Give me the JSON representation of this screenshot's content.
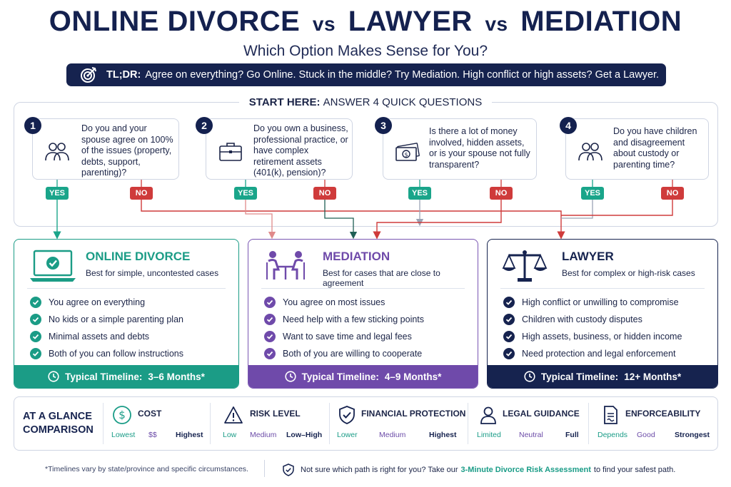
{
  "header": {
    "title_part1": "ONLINE DIVORCE",
    "vs1": "vs",
    "title_part2": "LAWYER",
    "vs2": "vs",
    "title_part3": "MEDIATION",
    "subtitle": "Which Option Makes Sense for You?"
  },
  "tldr": {
    "label": "TL;DR:",
    "text": "Agree on everything? Go Online. Stuck in the middle? Try Mediation. High conflict or high assets? Get a Lawyer."
  },
  "questions_header": {
    "bold": "START HERE:",
    "rest": "ANSWER 4 QUICK QUESTIONS"
  },
  "questions": [
    {
      "number": "1",
      "text": "Do you and your spouse agree on 100% of the issues (property, debts, support, parenting)?",
      "icon": "people-icon"
    },
    {
      "number": "2",
      "text": "Do you own a business, professional practice, or have complex retirement assets (401(k), pension)?",
      "icon": "briefcase-icon"
    },
    {
      "number": "3",
      "text": "Is there a lot of money involved, hidden assets, or is your spouse not fully transparent?",
      "icon": "money-icon"
    },
    {
      "number": "4",
      "text": "Do you have children and disagreement about custody or parenting time?",
      "icon": "people-icon"
    }
  ],
  "answers": {
    "yes": "YES",
    "no": "NO"
  },
  "cards": {
    "online": {
      "title": "ONLINE DIVORCE",
      "subtitle": "Best for simple, uncontested cases",
      "icon": "laptop-check-icon",
      "items": [
        "You agree on everything",
        "No kids or a simple parenting plan",
        "Minimal assets and debts",
        "Both of you can follow instructions"
      ],
      "timeline_label": "Typical Timeline:",
      "timeline_value": "3–6 Months*",
      "color": "#1b9c86"
    },
    "mediation": {
      "title": "MEDIATION",
      "subtitle": "Best for cases that are close to agreement",
      "icon": "mediation-table-icon",
      "items": [
        "You agree on most issues",
        "Need help with a few sticking points",
        "Want to save time and legal fees",
        "Both of you are willing to cooperate"
      ],
      "timeline_label": "Typical Timeline:",
      "timeline_value": "4–9 Months*",
      "color": "#6f4aaa"
    },
    "lawyer": {
      "title": "LAWYER",
      "subtitle": "Best for complex or high-risk cases",
      "icon": "scales-icon",
      "items": [
        "High conflict or unwilling to compromise",
        "Children with custody disputes",
        "High assets, business, or hidden income",
        "Need protection and legal enforcement"
      ],
      "timeline_label": "Typical Timeline:",
      "timeline_value": "12+ Months*",
      "color": "#16234f"
    }
  },
  "glance": {
    "label_line1": "AT A GLANCE",
    "label_line2": "COMPARISON",
    "metrics": [
      {
        "title": "COST",
        "icon": "dollar-icon",
        "scale": [
          "Lowest",
          "$$",
          "Highest"
        ]
      },
      {
        "title": "RISK LEVEL",
        "icon": "warning-icon",
        "scale": [
          "Low",
          "Medium",
          "Low–High"
        ]
      },
      {
        "title": "FINANCIAL PROTECTION",
        "icon": "shield-check-icon",
        "scale": [
          "Lower",
          "Medium",
          "Highest"
        ]
      },
      {
        "title": "LEGAL GUIDANCE",
        "icon": "person-icon",
        "scale": [
          "Limited",
          "Neutral",
          "Full"
        ]
      },
      {
        "title": "ENFORCEABILITY",
        "icon": "document-icon",
        "scale": [
          "Depends",
          "Good",
          "Strongest"
        ]
      }
    ]
  },
  "footer": {
    "note": "*Timelines vary by state/province and specific circumstances.",
    "cta_before": "Not sure which path is right for you? Take our",
    "cta_highlight": "3-Minute Divorce Risk Assessment",
    "cta_after": "to find your safest path."
  },
  "colors": {
    "navy": "#16234f",
    "teal": "#1b9c86",
    "purple": "#6f4aaa",
    "yes": "#1aa58a",
    "no": "#cf3b3b"
  }
}
